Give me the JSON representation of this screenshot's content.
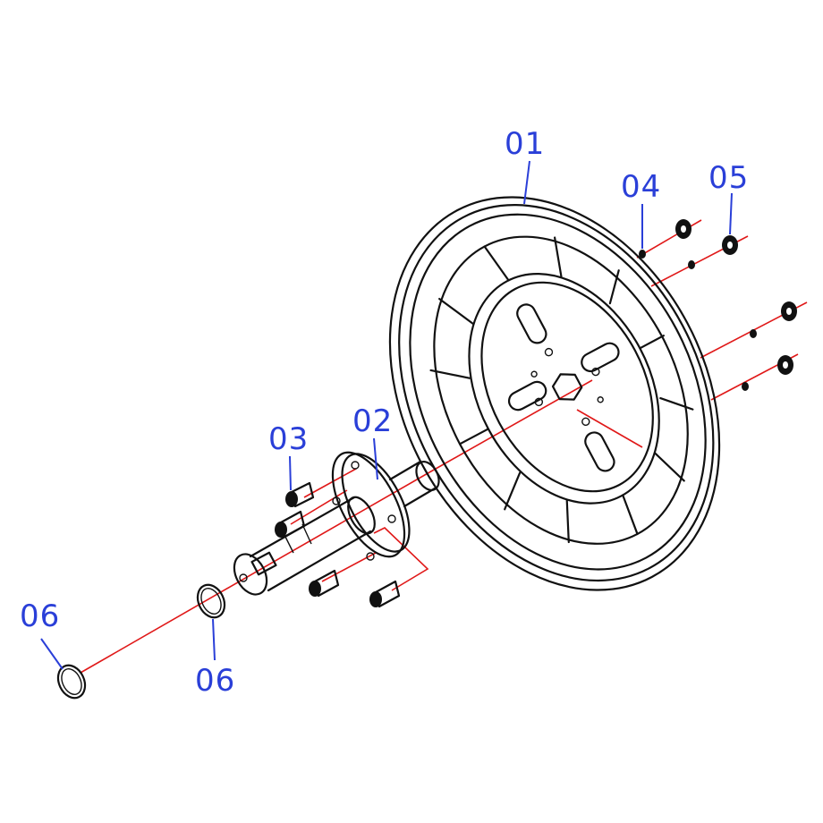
{
  "callouts": {
    "c01": "01",
    "c02": "02",
    "c03": "03",
    "c04": "04",
    "c05": "05",
    "c06a": "06",
    "c06b": "06"
  },
  "colors": {
    "callout": "#2a3fd8",
    "axis_line": "#e01818",
    "ink": "#111111"
  }
}
